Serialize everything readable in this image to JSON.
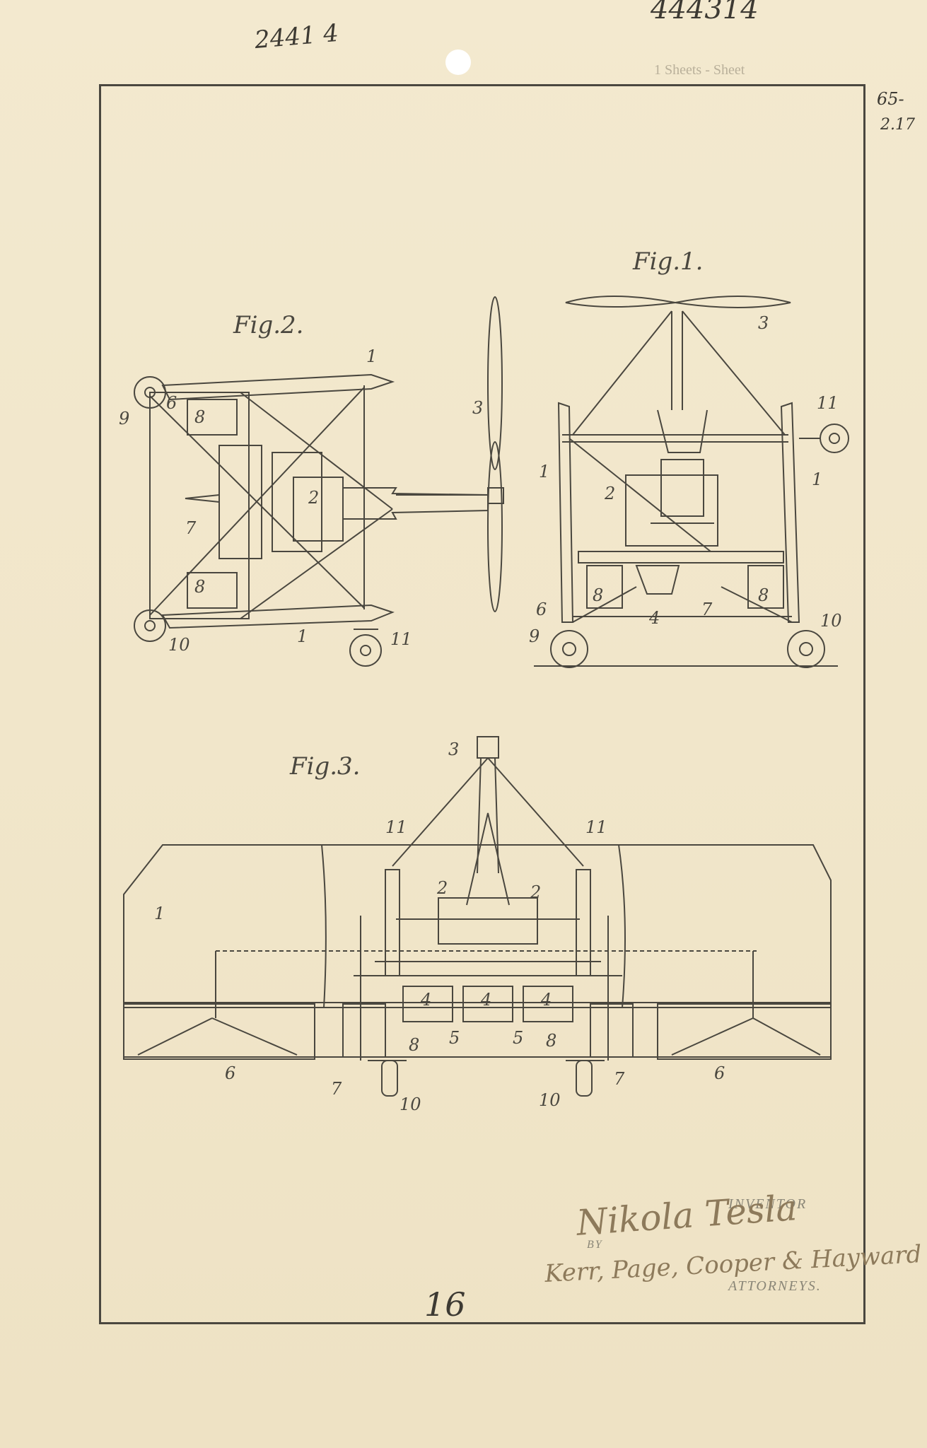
{
  "header": {
    "serial_number": "444314",
    "sheet_label": "1 Sheets - Sheet",
    "handwritten_code": "2441 4",
    "margin_top": "65-",
    "margin_bottom": "2.17"
  },
  "figures": {
    "fig1": {
      "title": "Fig.1."
    },
    "fig2": {
      "title": "Fig.2."
    },
    "fig3": {
      "title": "Fig.3."
    }
  },
  "reference_numerals": [
    "1",
    "2",
    "3",
    "4",
    "5",
    "6",
    "7",
    "8",
    "9",
    "10",
    "11"
  ],
  "footer": {
    "signature": "Nikola Tesla",
    "inventor_label": "INVENTOR",
    "by_label": "BY",
    "attorneys_signature": "Kerr, Page, Cooper & Hayward",
    "attorneys_label": "ATTORNEYS.",
    "page_number": "16"
  },
  "colors": {
    "paper": "#f1e6ca",
    "ink": "#4a473f",
    "signature_ink": "#8d7a5b"
  }
}
